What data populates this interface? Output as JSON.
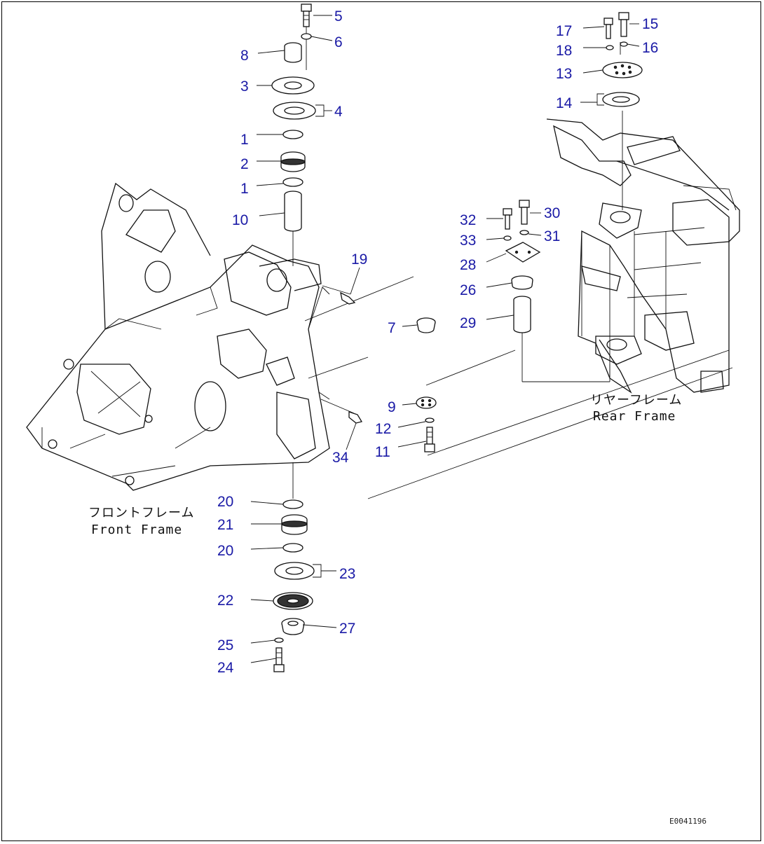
{
  "parts": [
    {
      "id": "p5",
      "label": "5"
    },
    {
      "id": "p6",
      "label": "6"
    },
    {
      "id": "p8",
      "label": "8"
    },
    {
      "id": "p3",
      "label": "3"
    },
    {
      "id": "p4",
      "label": "4"
    },
    {
      "id": "p1a",
      "label": "1"
    },
    {
      "id": "p2",
      "label": "2"
    },
    {
      "id": "p1b",
      "label": "1"
    },
    {
      "id": "p10",
      "label": "10"
    },
    {
      "id": "p19",
      "label": "19"
    },
    {
      "id": "p7",
      "label": "7"
    },
    {
      "id": "p9",
      "label": "9"
    },
    {
      "id": "p12",
      "label": "12"
    },
    {
      "id": "p11",
      "label": "11"
    },
    {
      "id": "p34",
      "label": "34"
    },
    {
      "id": "p20a",
      "label": "20"
    },
    {
      "id": "p21",
      "label": "21"
    },
    {
      "id": "p20b",
      "label": "20"
    },
    {
      "id": "p23",
      "label": "23"
    },
    {
      "id": "p22",
      "label": "22"
    },
    {
      "id": "p27",
      "label": "27"
    },
    {
      "id": "p25",
      "label": "25"
    },
    {
      "id": "p24",
      "label": "24"
    },
    {
      "id": "p17",
      "label": "17"
    },
    {
      "id": "p15",
      "label": "15"
    },
    {
      "id": "p18",
      "label": "18"
    },
    {
      "id": "p16",
      "label": "16"
    },
    {
      "id": "p13",
      "label": "13"
    },
    {
      "id": "p14",
      "label": "14"
    },
    {
      "id": "p32",
      "label": "32"
    },
    {
      "id": "p30",
      "label": "30"
    },
    {
      "id": "p33",
      "label": "33"
    },
    {
      "id": "p31",
      "label": "31"
    },
    {
      "id": "p28",
      "label": "28"
    },
    {
      "id": "p26",
      "label": "26"
    },
    {
      "id": "p29",
      "label": "29"
    }
  ],
  "labels": {
    "front_frame_jp": "フロントフレーム",
    "front_frame_en": "Front Frame",
    "rear_frame_jp": "リヤーフレーム",
    "rear_frame_en": "Rear Frame"
  },
  "drawing_code": "E0041196",
  "colors": {
    "part_number": "#1a1aa6",
    "line": "#111111",
    "background": "#ffffff"
  }
}
